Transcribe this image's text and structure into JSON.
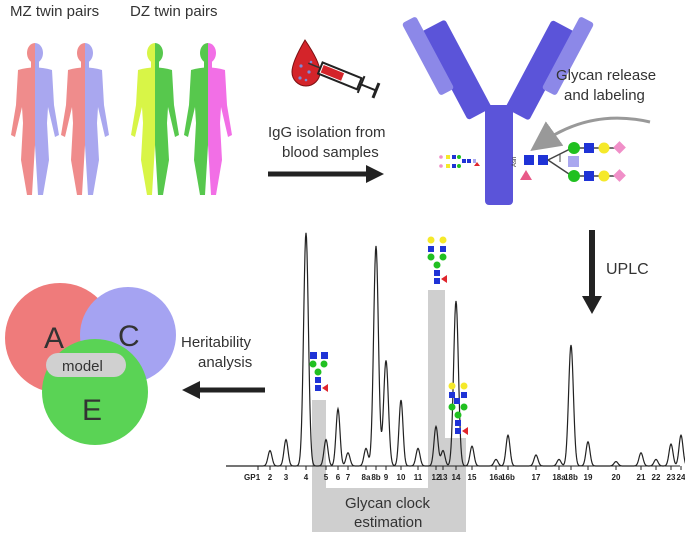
{
  "labels": {
    "mz_twins": "MZ twin pairs",
    "dz_twins": "DZ twin pairs",
    "igg_isolation": [
      "IgG isolation from",
      "blood samples"
    ],
    "glycan_release": [
      "Glycan release",
      "and labeling"
    ],
    "uplc": "UPLC",
    "heritability": [
      "Heritability",
      "analysis"
    ],
    "glycan_clock": [
      "Glycan clock",
      "estimation"
    ]
  },
  "model": {
    "a": "A",
    "c": "C",
    "e": "E",
    "center": "model"
  },
  "chromatogram": {
    "peaks": [
      {
        "label": "GP",
        "rt": 18,
        "h": 0
      },
      {
        "label": "1",
        "rt": 32,
        "h": 0
      },
      {
        "label": "2",
        "rt": 44,
        "h": 7
      },
      {
        "label": "3",
        "rt": 60,
        "h": 12
      },
      {
        "label": "4",
        "rt": 80,
        "h": 106
      },
      {
        "label": "5",
        "rt": 100,
        "h": 12
      },
      {
        "label": "6",
        "rt": 112,
        "h": 26
      },
      {
        "label": "7",
        "rt": 122,
        "h": 6
      },
      {
        "label": "8a",
        "rt": 140,
        "h": 8
      },
      {
        "label": "8b",
        "rt": 150,
        "h": 100
      },
      {
        "label": "9",
        "rt": 160,
        "h": 48
      },
      {
        "label": "10",
        "rt": 175,
        "h": 30
      },
      {
        "label": "11",
        "rt": 192,
        "h": 8
      },
      {
        "label": "12",
        "rt": 210,
        "h": 18
      },
      {
        "label": "13",
        "rt": 217,
        "h": 7
      },
      {
        "label": "14",
        "rt": 230,
        "h": 75
      },
      {
        "label": "15",
        "rt": 246,
        "h": 9
      },
      {
        "label": "16a",
        "rt": 270,
        "h": 3
      },
      {
        "label": "16b",
        "rt": 282,
        "h": 14
      },
      {
        "label": "17",
        "rt": 310,
        "h": 5
      },
      {
        "label": "18a",
        "rt": 333,
        "h": 3
      },
      {
        "label": "18b",
        "rt": 345,
        "h": 55
      },
      {
        "label": "19",
        "rt": 362,
        "h": 11
      },
      {
        "label": "20",
        "rt": 390,
        "h": 2
      },
      {
        "label": "21",
        "rt": 415,
        "h": 6
      },
      {
        "label": "22",
        "rt": 430,
        "h": 3
      },
      {
        "label": "23",
        "rt": 445,
        "h": 10
      },
      {
        "label": "24",
        "rt": 455,
        "h": 14
      }
    ]
  },
  "colors": {
    "mz_left": "#ef8c8c",
    "mz_right": "#a9a7ef",
    "dz1_left": "#d8f547",
    "dz1_right": "#57c84d",
    "dz2_left": "#57c84d",
    "dz2_right": "#f26fe6",
    "antibody": "#5b54d9",
    "antibody_light": "#8c88e8",
    "circle_a": "#ef7b7b",
    "circle_c": "#a5a3f2",
    "circle_e": "#5ad355",
    "highlight": "#cfcfcf",
    "glcnac": "#1f33d6",
    "mannose": "#20c020",
    "galactose": "#f5e92a",
    "fucose": "#e0252c",
    "sialic": "#f08fc8"
  }
}
